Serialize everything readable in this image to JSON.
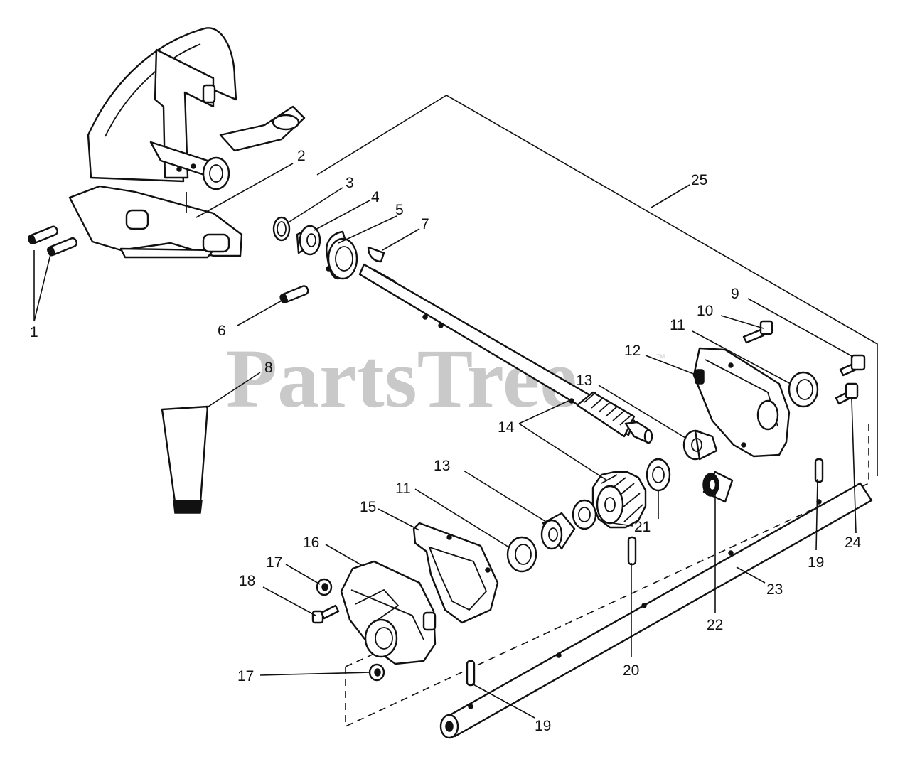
{
  "watermark": {
    "brand": "PartsTree",
    "trademark": "™"
  },
  "callouts": [
    {
      "id": "c1",
      "label": "1"
    },
    {
      "id": "c2",
      "label": "2"
    },
    {
      "id": "c3",
      "label": "3"
    },
    {
      "id": "c4",
      "label": "4"
    },
    {
      "id": "c5",
      "label": "5"
    },
    {
      "id": "c6",
      "label": "6"
    },
    {
      "id": "c7",
      "label": "7"
    },
    {
      "id": "c8",
      "label": "8"
    },
    {
      "id": "c9",
      "label": "9"
    },
    {
      "id": "c10",
      "label": "10"
    },
    {
      "id": "c11a",
      "label": "11"
    },
    {
      "id": "c11b",
      "label": "11"
    },
    {
      "id": "c12",
      "label": "12"
    },
    {
      "id": "c13a",
      "label": "13"
    },
    {
      "id": "c13b",
      "label": "13"
    },
    {
      "id": "c14",
      "label": "14"
    },
    {
      "id": "c15",
      "label": "15"
    },
    {
      "id": "c16",
      "label": "16"
    },
    {
      "id": "c17a",
      "label": "17"
    },
    {
      "id": "c17b",
      "label": "17"
    },
    {
      "id": "c18",
      "label": "18"
    },
    {
      "id": "c19a",
      "label": "19"
    },
    {
      "id": "c19b",
      "label": "19"
    },
    {
      "id": "c20",
      "label": "20"
    },
    {
      "id": "c21",
      "label": "21"
    },
    {
      "id": "c22",
      "label": "22"
    },
    {
      "id": "c23",
      "label": "23"
    },
    {
      "id": "c24",
      "label": "24"
    },
    {
      "id": "c25",
      "label": "25"
    }
  ]
}
